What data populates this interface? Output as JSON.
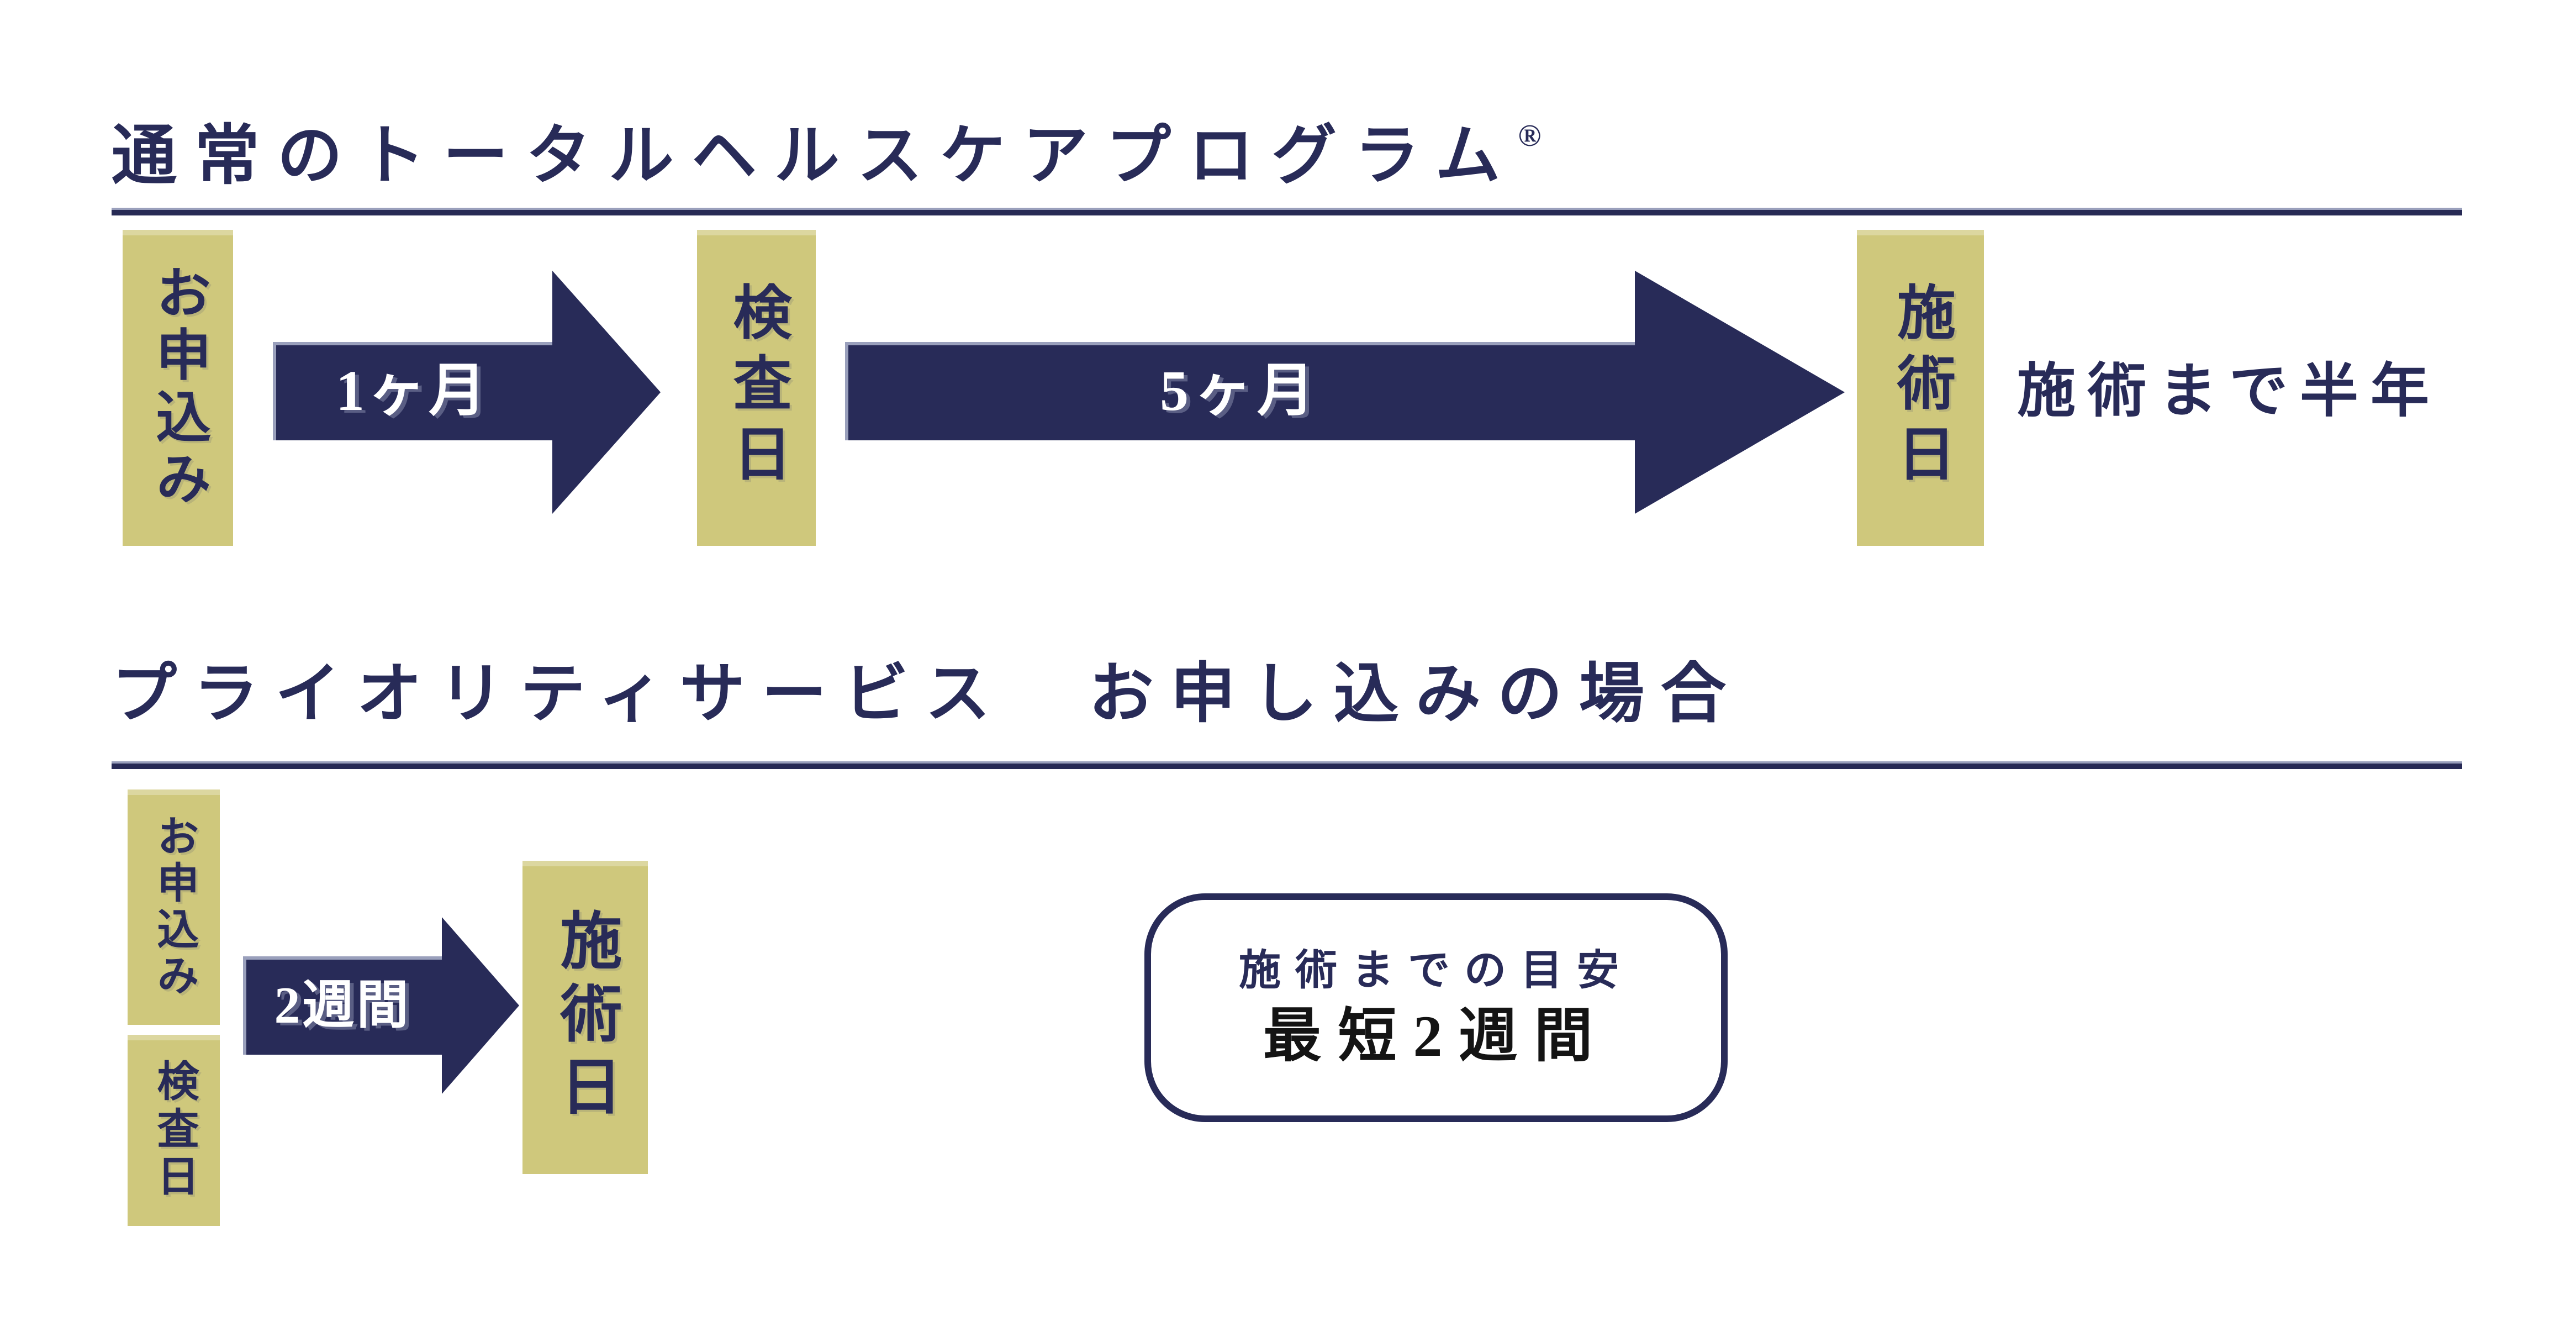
{
  "colors": {
    "navy": "#282b58",
    "khaki_box": "#cfc87c",
    "rule_highlight": "#9aa0bc",
    "arrow_label_text": "#ffffff",
    "badge_emphasis_text": "#141414",
    "background": "#ffffff"
  },
  "section1": {
    "title": "通常のトータルヘルスケアプログラム",
    "registered_mark": "®",
    "steps": [
      "お申込み",
      "検査日",
      "施術日"
    ],
    "arrows": [
      "1ヶ月",
      "5ヶ月"
    ],
    "note": "施術まで半年"
  },
  "section2": {
    "title": "プライオリティサービス　お申し込みの場合",
    "steps_start": [
      "お申込み",
      "検査日"
    ],
    "arrow": "2週間",
    "step_end": "施術日",
    "badge": {
      "line1": "施術までの目安",
      "line2": "最短2週間"
    }
  }
}
